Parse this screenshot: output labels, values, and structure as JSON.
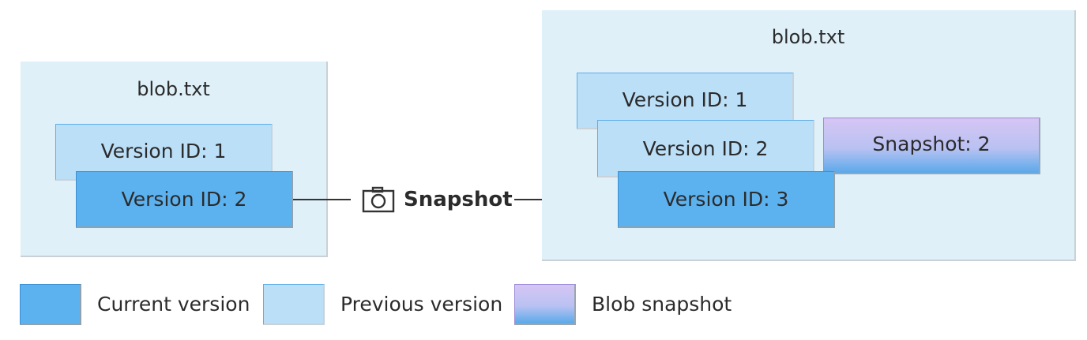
{
  "left_container": {
    "title": "blob.txt",
    "versions": [
      {
        "label": "Version ID: 1",
        "kind": "previous"
      },
      {
        "label": "Version ID: 2",
        "kind": "current"
      }
    ]
  },
  "right_container": {
    "title": "blob.txt",
    "versions": [
      {
        "label": "Version ID: 1",
        "kind": "previous"
      },
      {
        "label": "Version ID: 2",
        "kind": "previous"
      },
      {
        "label": "Version ID: 3",
        "kind": "current"
      }
    ],
    "snapshot": {
      "label": "Snapshot: 2",
      "kind": "snapshot"
    }
  },
  "connector": {
    "label": "Snapshot",
    "icon": "camera-icon"
  },
  "legend": [
    {
      "label": "Current version",
      "color": "#5cb2ef"
    },
    {
      "label": "Previous version",
      "color": "#bcdff8"
    },
    {
      "label": "Blob snapshot",
      "color": "#d6c5f4"
    }
  ],
  "colors": {
    "container_bg": "#dff0f9",
    "current": "#5cb2ef",
    "previous": "#bcdff8",
    "snapshot_top": "#d6c5f4",
    "snapshot_bottom": "#5aa9ea"
  }
}
